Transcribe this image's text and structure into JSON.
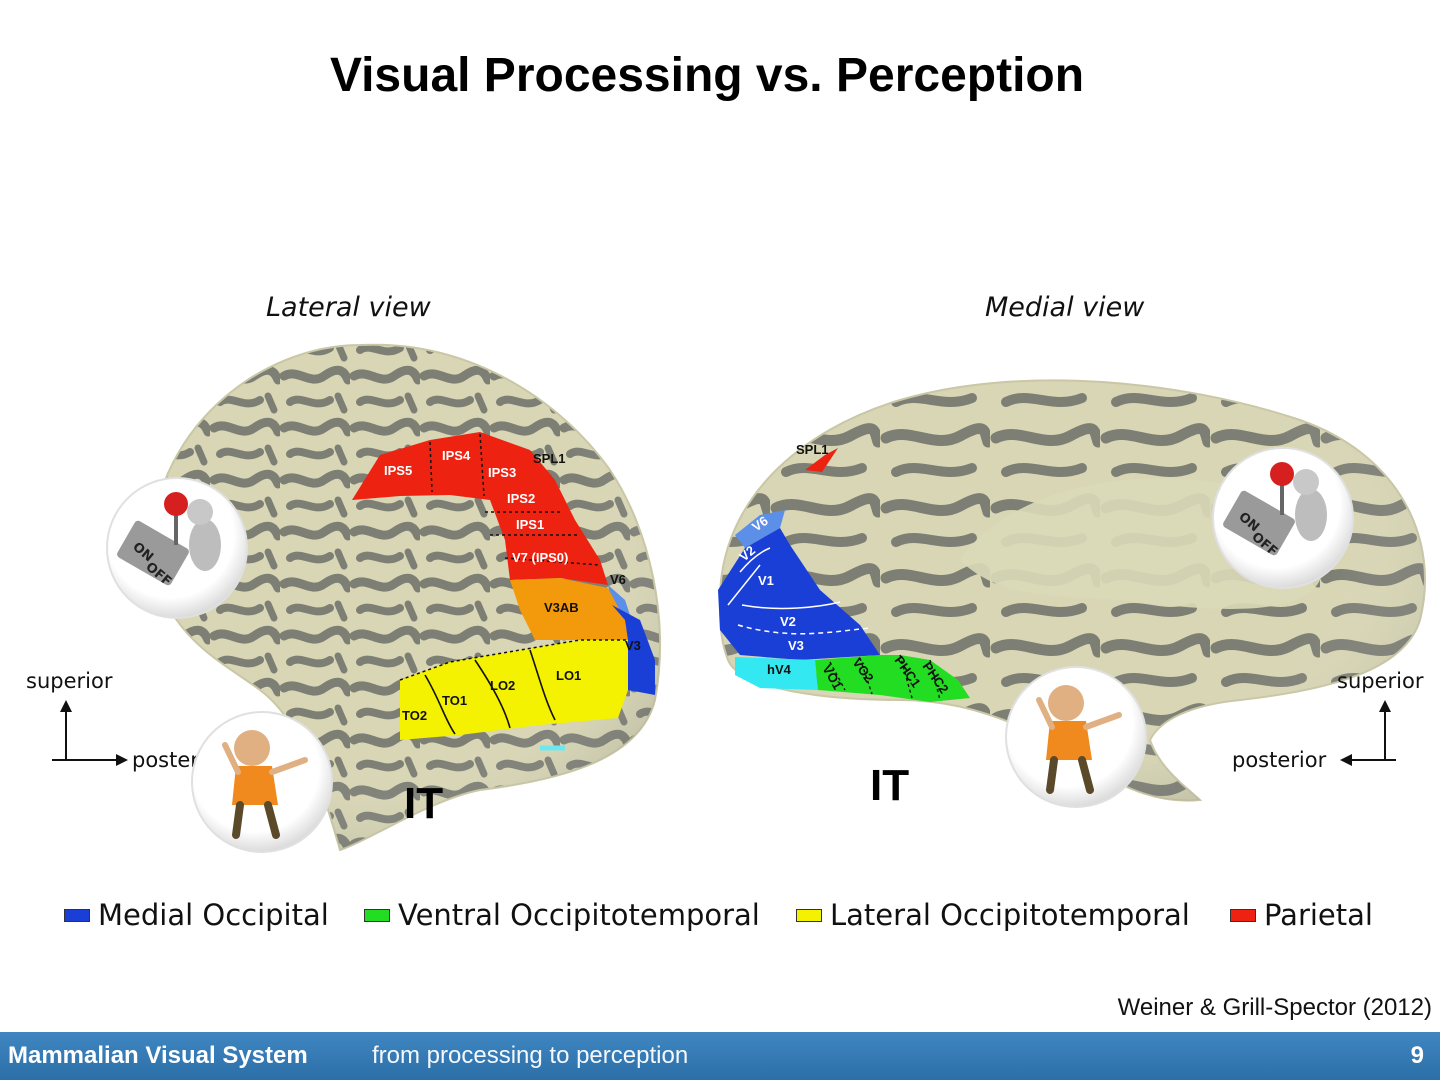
{
  "slide": {
    "title": "Visual Processing vs. Perception"
  },
  "views": {
    "lateral": "Lateral view",
    "medial": "Medial view"
  },
  "lateral_regions": {
    "ips5": "IPS5",
    "ips4": "IPS4",
    "ips3": "IPS3",
    "spl1": "SPL1",
    "ips2": "IPS2",
    "ips1": "IPS1",
    "v7": "V7 (IPS0)",
    "v6": "V6",
    "v3ab": "V3AB",
    "v3": "V3",
    "lo1": "LO1",
    "lo2": "LO2",
    "to1": "TO1",
    "to2": "TO2"
  },
  "medial_regions": {
    "spl1": "SPL1",
    "v6": "V6",
    "v2_top": "V2",
    "v1": "V1",
    "v2": "V2",
    "v3": "V3",
    "hv4": "hV4",
    "vo1": "VO1",
    "vo2": "VO2",
    "phc1": "PHC1",
    "phc2": "PHC2"
  },
  "it_labels": {
    "lateral": "IT",
    "medial": "IT"
  },
  "axes": {
    "superior_left": "superior",
    "posterior_left": "poster",
    "superior_right": "superior",
    "posterior_right": "posterior"
  },
  "legend": [
    {
      "label": "Medial Occipital",
      "color": "#1a3fd6"
    },
    {
      "label": "Ventral Occipitotemporal",
      "color": "#22dd22"
    },
    {
      "label": "Lateral Occipitotemporal",
      "color": "#f4f200"
    },
    {
      "label": "Parietal",
      "color": "#ee2211"
    }
  ],
  "citation": "Weiner & Grill-Spector (2012)",
  "footer": {
    "title": "Mammalian Visual System",
    "subtitle": "from processing to perception",
    "page": "9"
  },
  "colors": {
    "cortex_light": "#d8d6b4",
    "cortex_dark": "#7d7f75",
    "medial_occipital": "#1a3fd6",
    "ventral_occipitotemporal": "#22dd22",
    "lateral_occipitotemporal": "#f4f200",
    "parietal": "#ee2211",
    "v3ab": "#f39a0c",
    "footer": "#3479b4"
  },
  "icons": [
    "on-off-switch-icon",
    "confused-person-icon"
  ],
  "switch_text": {
    "on": "ON",
    "off": "OFF"
  }
}
